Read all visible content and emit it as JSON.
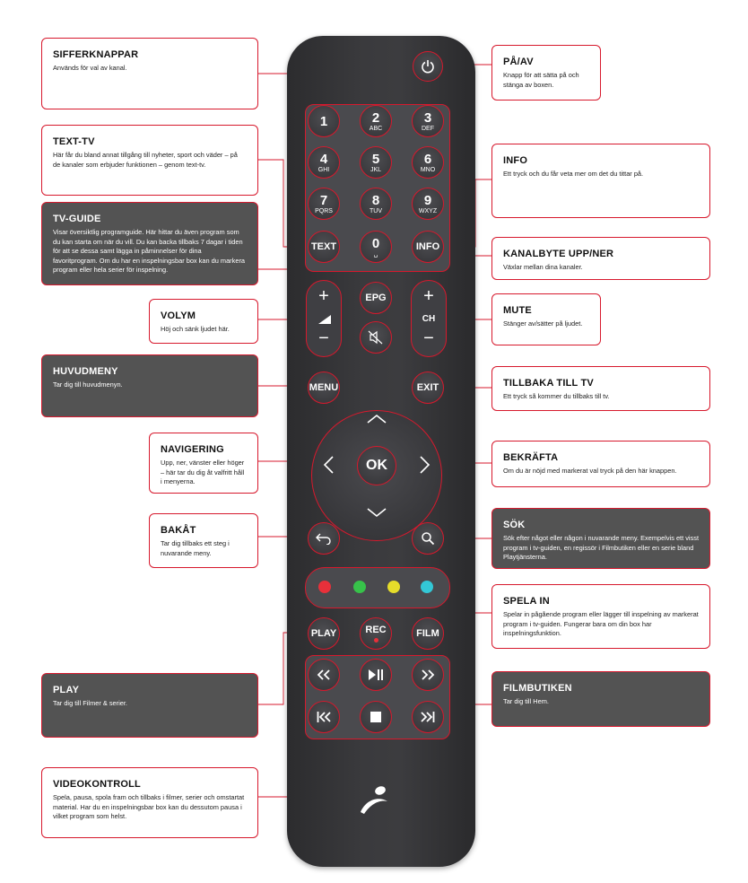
{
  "callouts": {
    "sifferknappar": {
      "title": "SIFFERKNAPPAR",
      "text": "Används för val av kanal."
    },
    "text_tv": {
      "title": "TEXT-TV",
      "text": "Här får du bland annat tillgång till nyheter, sport och väder – på de kanaler som erbjuder funktionen – genom text-tv."
    },
    "tv_guide": {
      "title": "TV-GUIDE",
      "text": "Visar översiktlig programguide. Här hittar du även program som du kan starta om när du vill. Du kan backa tillbaks 7 dagar i tiden för att se dessa samt lägga in påminnelser för dina favoritprogram. Om du har en inspelningsbar box kan du markera program eller hela serier för inspelning."
    },
    "volym": {
      "title": "VOLYM",
      "text": "Höj och sänk ljudet här."
    },
    "huvudmeny": {
      "title": "HUVUDMENY",
      "text": "Tar dig till huvudmenyn."
    },
    "navigering": {
      "title": "NAVIGERING",
      "text": "Upp, ner, vänster eller höger – här tar du dig åt valfritt håll i menyerna."
    },
    "bakat": {
      "title": "BAKÅT",
      "text": "Tar dig tillbaks ett steg i nuvarande meny."
    },
    "play": {
      "title": "PLAY",
      "text": "Tar dig till Filmer & serier."
    },
    "videokontroll": {
      "title": "VIDEOKONTROLL",
      "text": "Spela, pausa, spola fram och tillbaks i filmer, serier och omstartat material. Har du en inspelningsbar box kan du dessutom pausa i vilket program som helst."
    },
    "pa_av": {
      "title": "PÅ/AV",
      "text": "Knapp för att sätta på och stänga av boxen."
    },
    "info": {
      "title": "INFO",
      "text": "Ett tryck och du får veta mer om det du tittar på."
    },
    "kanalbyte": {
      "title": "KANALBYTE UPP/NER",
      "text": "Växlar mellan dina kanaler."
    },
    "mute": {
      "title": "MUTE",
      "text": "Stänger av/sätter på ljudet."
    },
    "tillbaka": {
      "title": "TILLBAKA TILL TV",
      "text": "Ett tryck så kommer du tillbaks till tv."
    },
    "bekrafta": {
      "title": "BEKRÄFTA",
      "text": "Om du är nöjd med markerat val tryck på den här knappen."
    },
    "sok": {
      "title": "SÖK",
      "text": "Sök efter något eller någon i nuvarande meny. Exempelvis ett visst program i tv-guiden, en regissör i Filmbutiken eller en serie bland Playtjänsterna."
    },
    "spela_in": {
      "title": "SPELA IN",
      "text": "Spelar in pågående program eller lägger till inspelning av markerat program i tv-guiden. Fungerar bara om din box har inspelningsfunktion."
    },
    "filmbutiken": {
      "title": "FILMBUTIKEN",
      "text": "Tar dig till Hem."
    }
  },
  "remote": {
    "power_icon": "power-icon",
    "digits": [
      {
        "num": "1",
        "sub": ""
      },
      {
        "num": "2",
        "sub": "ABC"
      },
      {
        "num": "3",
        "sub": "DEF"
      },
      {
        "num": "4",
        "sub": "GHI"
      },
      {
        "num": "5",
        "sub": "JKL"
      },
      {
        "num": "6",
        "sub": "MNO"
      },
      {
        "num": "7",
        "sub": "PQRS"
      },
      {
        "num": "8",
        "sub": "TUV"
      },
      {
        "num": "9",
        "sub": "WXYZ"
      }
    ],
    "text_label": "TEXT",
    "zero": {
      "num": "0",
      "sub": "␣"
    },
    "info_label": "INFO",
    "epg_label": "EPG",
    "vol_plus": "+",
    "vol_minus": "−",
    "ch_plus": "+",
    "ch_label": "CH",
    "ch_minus": "−",
    "menu_label": "MENU",
    "exit_label": "EXIT",
    "ok_label": "OK",
    "play_label": "PLAY",
    "rec_label": "REC",
    "film_label": "FILM",
    "color_buttons": [
      "#e8303a",
      "#37c24a",
      "#e6dd2a",
      "#33c8d6"
    ],
    "accent_color": "#d7192d"
  }
}
